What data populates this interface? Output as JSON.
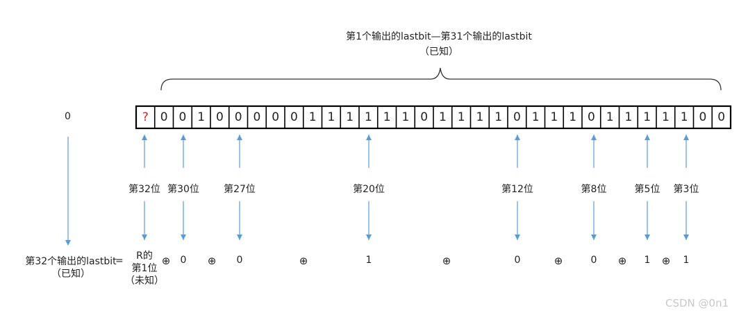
{
  "top_label": {
    "line1": "第1个输出的lastbit—第31个输出的lastbit",
    "line2": "（已知）"
  },
  "left_value": "0",
  "bits": [
    "?",
    "0",
    "0",
    "1",
    "0",
    "0",
    "0",
    "0",
    "0",
    "1",
    "1",
    "1",
    "1",
    "1",
    "1",
    "0",
    "1",
    "1",
    "1",
    "1",
    "0",
    "1",
    "1",
    "1",
    "0",
    "1",
    "1",
    "1",
    "1",
    "1",
    "0",
    "0"
  ],
  "position_labels": [
    "第32位",
    "第30位",
    "第27位",
    "第20位",
    "第12位",
    "第8位",
    "第5位",
    "第3位"
  ],
  "equation": {
    "lhs_line1": "第32个输出的lastbit",
    "lhs_line2": "（已知）",
    "equals": "=",
    "r_line1": "R的",
    "r_line2": "第1位",
    "r_line3": "（未知）",
    "xor_symbol": "⊕",
    "terms": [
      "0",
      "0",
      "1",
      "0",
      "0",
      "1",
      "1"
    ]
  },
  "colors": {
    "arrow": "#5b9bd5",
    "unknown": "#e02020",
    "cell_border": "#000000"
  },
  "watermark": "CSDN @0n1"
}
